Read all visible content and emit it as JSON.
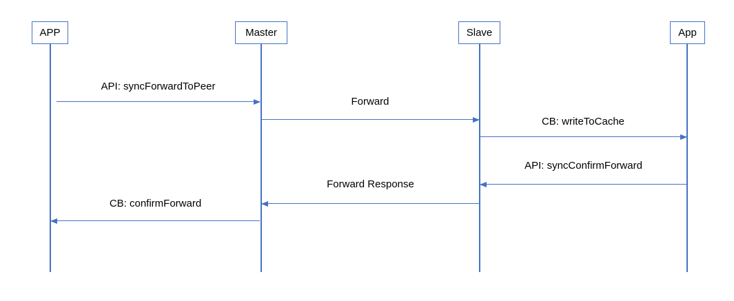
{
  "diagram": {
    "type": "sequence-diagram",
    "background": "#FFFFFF",
    "colors": {
      "line": "#4472C4",
      "box_border": "#4472C4",
      "text": "#000000"
    },
    "actors": [
      {
        "label": "APP"
      },
      {
        "label": "Master"
      },
      {
        "label": "Slave"
      },
      {
        "label": "App"
      }
    ],
    "messages": [
      {
        "label": "API: syncForwardToPeer",
        "from": "APP",
        "to": "Master",
        "direction": "right"
      },
      {
        "label": "Forward",
        "from": "Master",
        "to": "Slave",
        "direction": "right"
      },
      {
        "label": "CB: writeToCache",
        "from": "Slave",
        "to": "App",
        "direction": "right"
      },
      {
        "label": "API: syncConfirmForward",
        "from": "App",
        "to": "Slave",
        "direction": "left"
      },
      {
        "label": "Forward Response",
        "from": "Slave",
        "to": "Master",
        "direction": "left"
      },
      {
        "label": "CB: confirmForward",
        "from": "Master",
        "to": "APP",
        "direction": "left"
      }
    ]
  }
}
